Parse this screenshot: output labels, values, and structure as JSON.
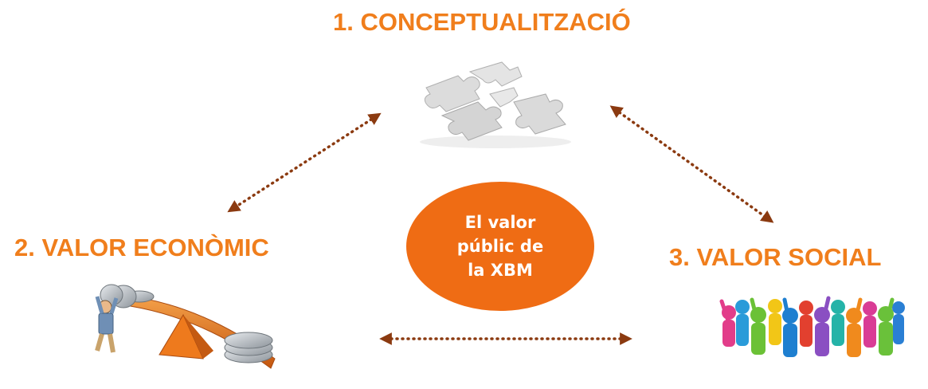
{
  "nodes": {
    "conceptualitzacio": "1. CONCEPTUALITZACIÓ",
    "valor_economic": "2.  VALOR ECONÒMIC",
    "valor_social": "3. VALOR SOCIAL"
  },
  "center": {
    "lines": [
      "El valor",
      "públic de",
      "la XBM"
    ]
  },
  "colors": {
    "heading": "#f07e1c",
    "ellipse": "#ef6c14",
    "arrow": "#8b3a10"
  },
  "images": {
    "top": "puzzle-pieces-illustration",
    "left": "balance-scale-coins-illustration",
    "right": "crowd-of-people-illustration"
  }
}
